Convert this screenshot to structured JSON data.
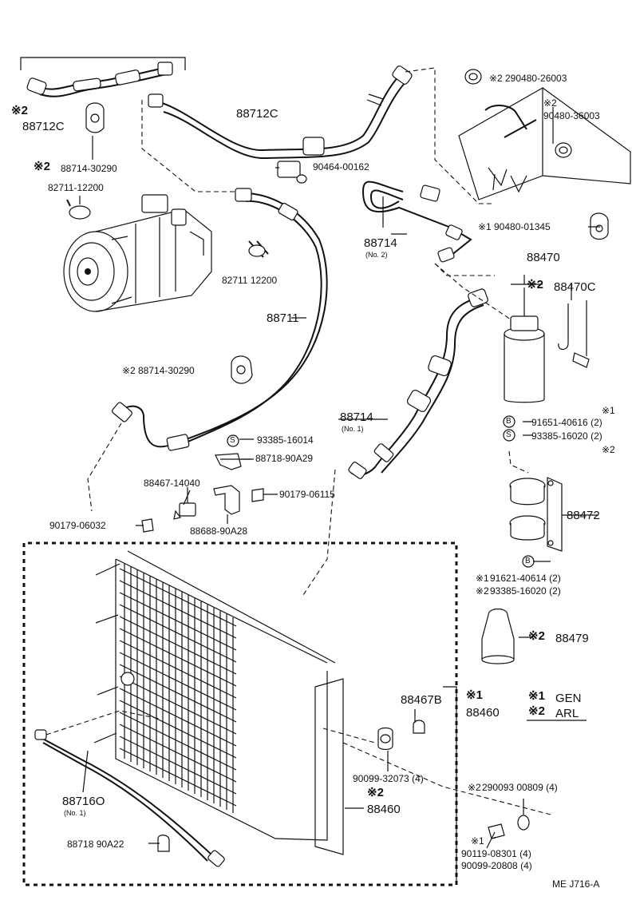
{
  "labels": {
    "p88712c_marked": "88712C",
    "p88712c": "88712C",
    "p88714_30290_top": "88714-30290",
    "p82711_12200_a": "82711-12200",
    "p82711_12200_b": "82711 12200",
    "p90464": "90464-00162",
    "p88714_no2": "88714",
    "p88714_no2_sub": "(No. 2)",
    "p290480": "290480-26003",
    "p90480_36003": "90480-36003",
    "p90480_01345": "90480-01345",
    "p88711": "88711",
    "p88714_30290_mid": "88714-30290",
    "p88470": "88470",
    "p88470c": "88470C",
    "p88714_no1": "88714",
    "p88714_no1_sub": "(No. 1)",
    "p93385_16014": "93385-16014",
    "p88718_90a29": "88718-90A29",
    "p88467_14040": "88467-14040",
    "p90179_06115": "90179-06115",
    "p88688_90a28": "88688-90A28",
    "p90179_06032": "90179-06032",
    "p91651": "91651-40616 (2)",
    "p93385_16020_a": "93385-16020 (2)",
    "p88472": "88472",
    "p91621": "91621-40614 (2)",
    "p93385_16020_b": "93385-16020 (2)",
    "p88479": "88479",
    "p88467b": "88467B",
    "p88460_a": "88460",
    "p88460_b": "88460",
    "p90099_32073": "90099-32073 (4)",
    "p290093": "290093 00809 (4)",
    "p90119": "90119-08301 (4)",
    "p90099_20808": "90099-20808 (4)",
    "p88716": "88716O",
    "p88716_sub": "(No. 1)",
    "p88718_90a22": "88718 90A22",
    "legend_gen": "GEN",
    "legend_arl": "ARL",
    "footer": "ME  J716-A"
  },
  "marks": {
    "m2": "※2",
    "m2s": "※2",
    "m1": "※1",
    "m1s": "※1",
    "b": "B",
    "s": "S"
  }
}
